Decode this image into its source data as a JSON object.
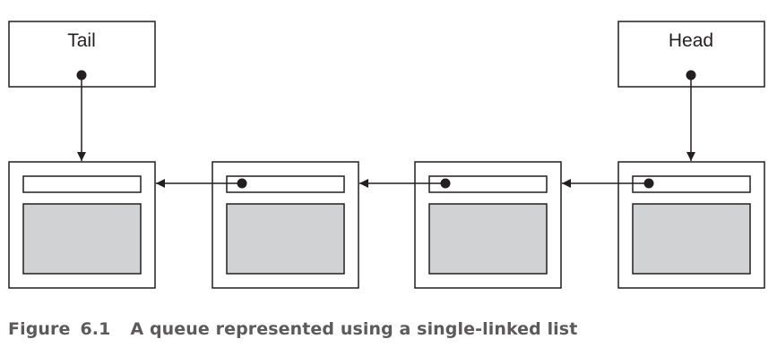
{
  "pointers": {
    "tail": "Tail",
    "head": "Head"
  },
  "nodes": [
    {
      "id": "node-1"
    },
    {
      "id": "node-2"
    },
    {
      "id": "node-3"
    },
    {
      "id": "node-4"
    }
  ],
  "caption": {
    "label": "Figure",
    "number": "6.1",
    "text": "A queue represented using a single-linked list"
  },
  "colors": {
    "stroke": "#231f20",
    "data_fill": "#d1d2d4",
    "caption": "#5c5a5b"
  }
}
